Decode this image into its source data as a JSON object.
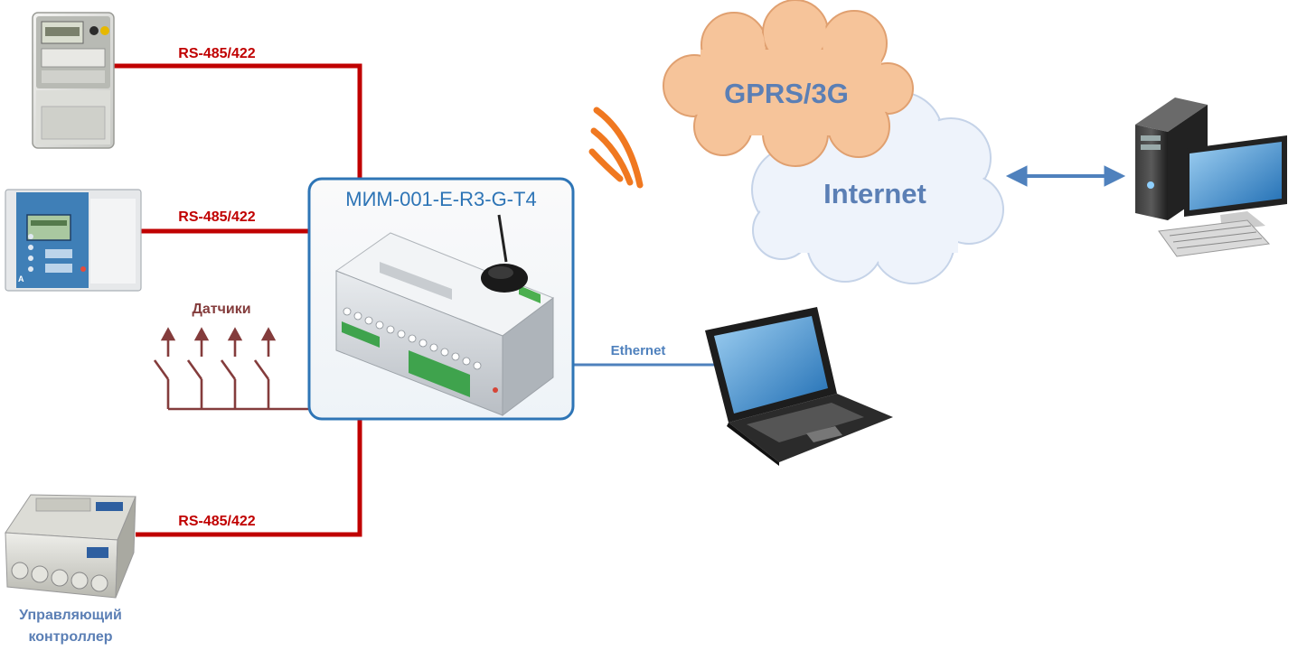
{
  "links": {
    "meter_link": "RS-485/422",
    "relay_link": "RS-485/422",
    "controller_link": "RS-485/422",
    "ethernet": "Ethernet"
  },
  "sensors": {
    "label": "Датчики"
  },
  "hub": {
    "title": "МИМ-001-E-R3-G-T4"
  },
  "network": {
    "gprs": "GPRS/3G",
    "internet": "Internet"
  },
  "controller": {
    "line1": "Управляющий",
    "line2": "контроллер"
  },
  "colors": {
    "bus_red": "#c00000",
    "sensor_brown": "#843c3c",
    "hub_blue": "#2e75b6",
    "ethernet_blue": "#4f81bd",
    "label_blue": "#5b7fb5",
    "cloud_orange": "#f6c49a",
    "cloud_blue": "#eef3fb",
    "wifi_orange": "#f07820"
  }
}
